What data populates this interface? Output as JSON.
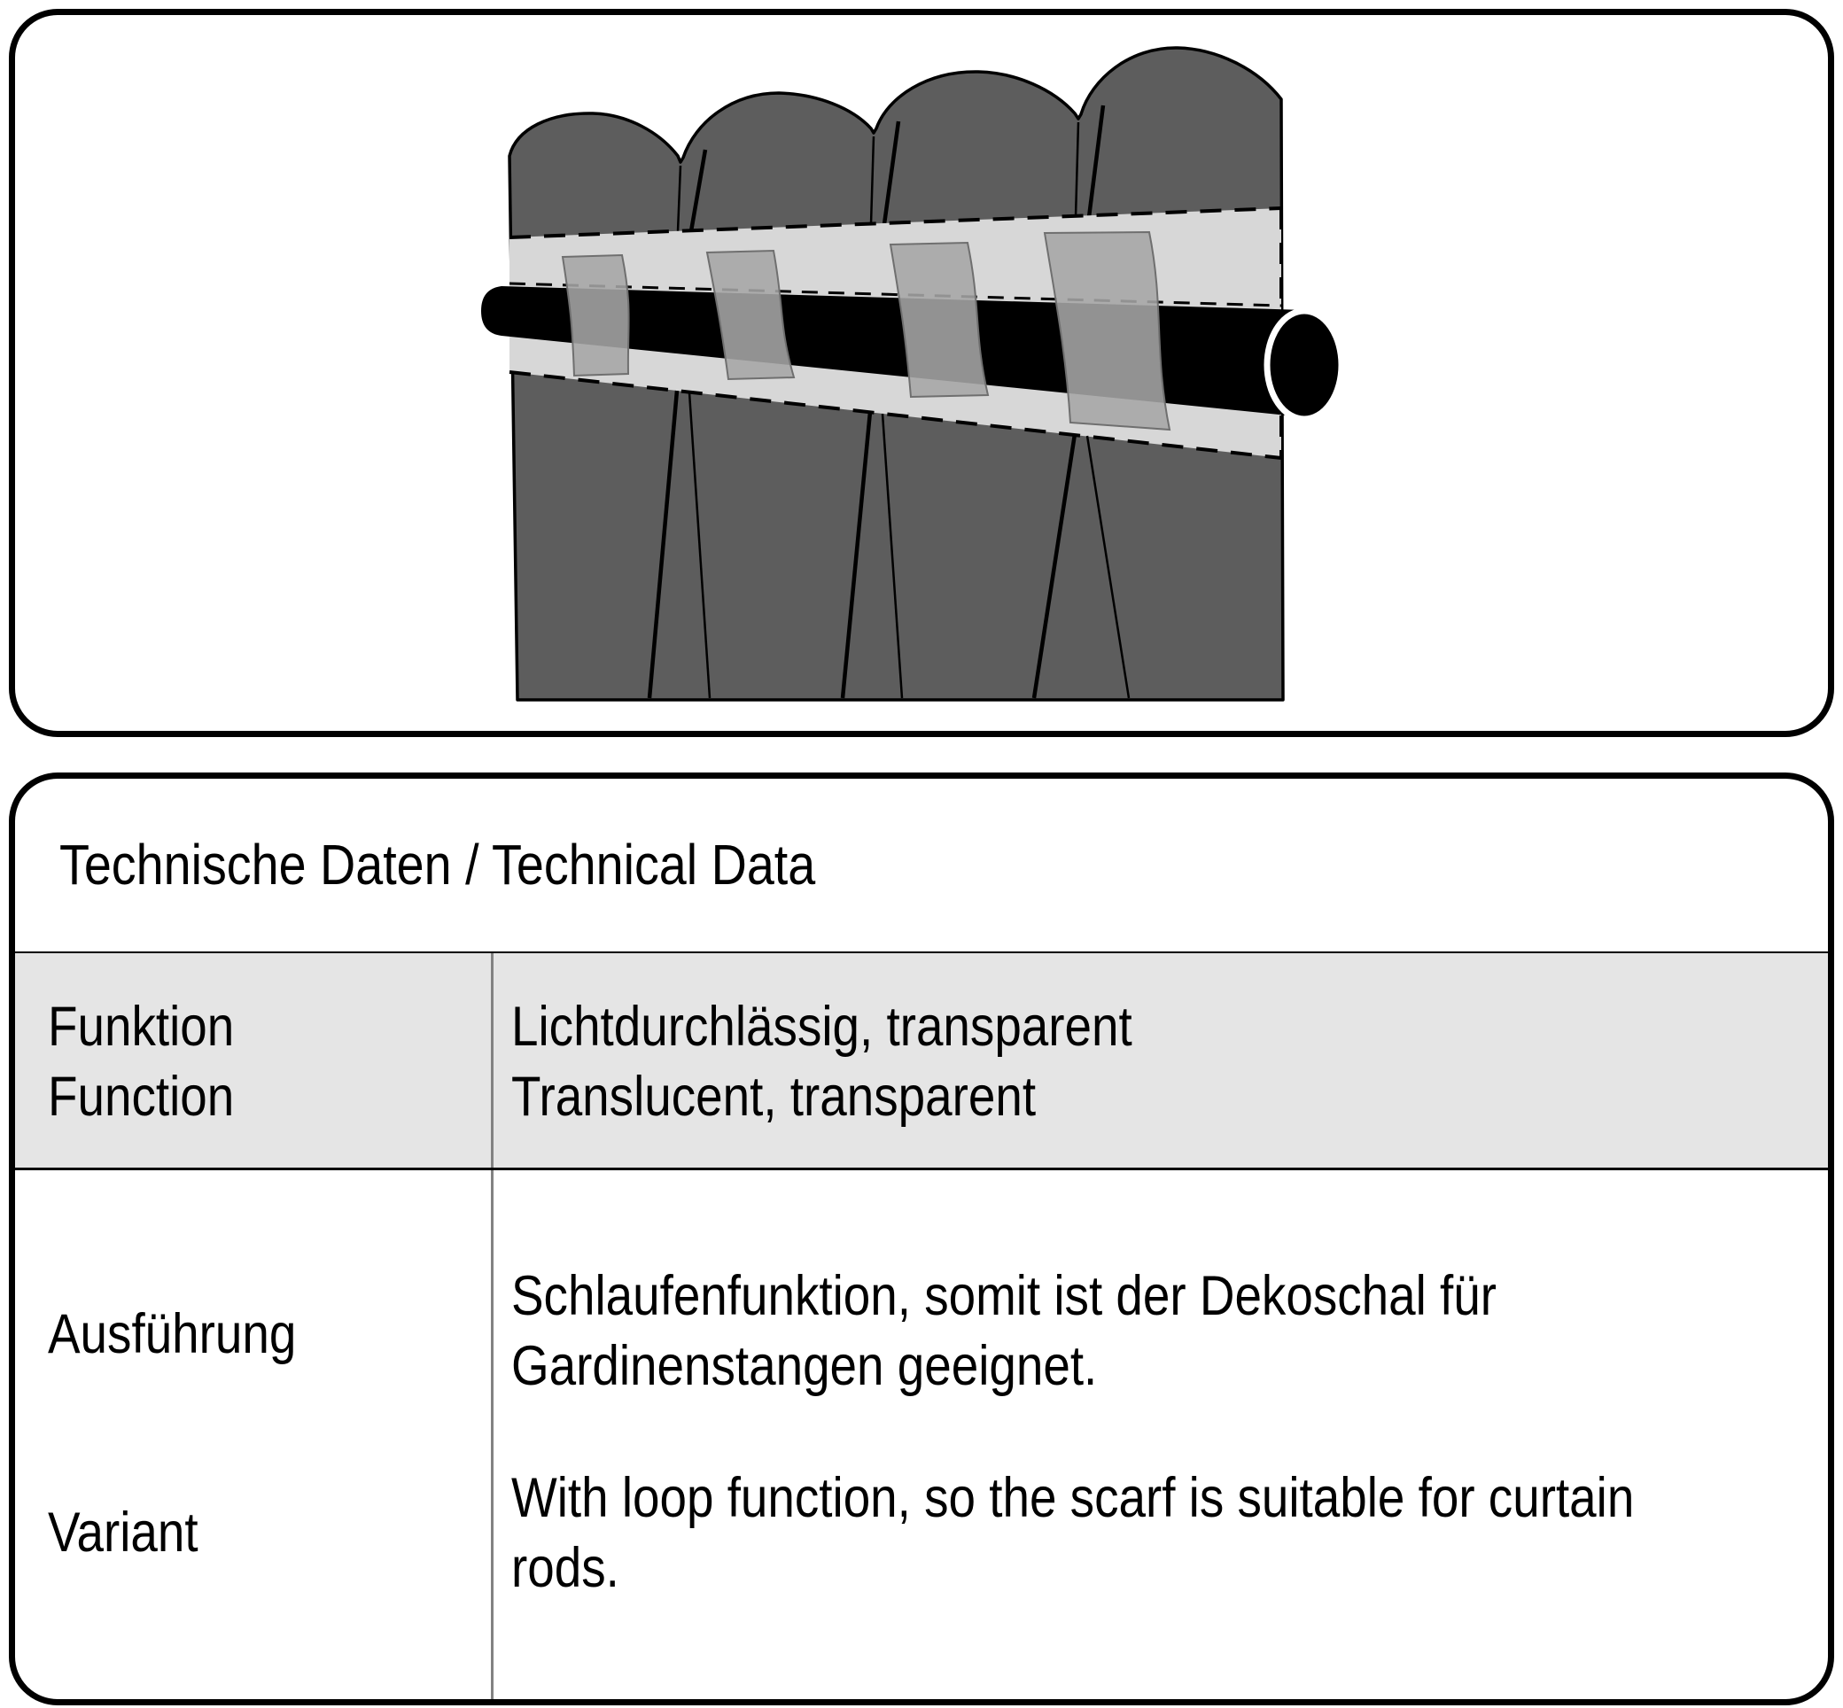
{
  "panel": {
    "title": "Technische Daten / Technical Data"
  },
  "table": {
    "rows": [
      {
        "label_de": "Funktion",
        "label_en": "Function",
        "value_de": "Lichtdurchlässig, transparent",
        "value_en": "Translucent, transparent"
      },
      {
        "label_de": "Ausführung",
        "label_en": "Variant",
        "value_de_lines": [
          "Schlaufenfunktion, somit ist der Dekoschal für",
          "Gardinenstangen geeignet."
        ],
        "value_en_lines": [
          "With loop function, so the scarf is suitable for curtain",
          "rods."
        ]
      }
    ]
  },
  "illustration": {
    "parts": [
      "curtain-fabric",
      "loop-band",
      "curtain-loops",
      "curtain-rod",
      "rod-end-cap",
      "stitch-lines",
      "pleat-lines"
    ]
  },
  "colors": {
    "curtain": "#5d5d5d",
    "band": "#d7d7d7",
    "loop": "#a6a6a6",
    "rod": "#000000",
    "row_bg": "#e5e5e5",
    "divider": "#828282"
  }
}
